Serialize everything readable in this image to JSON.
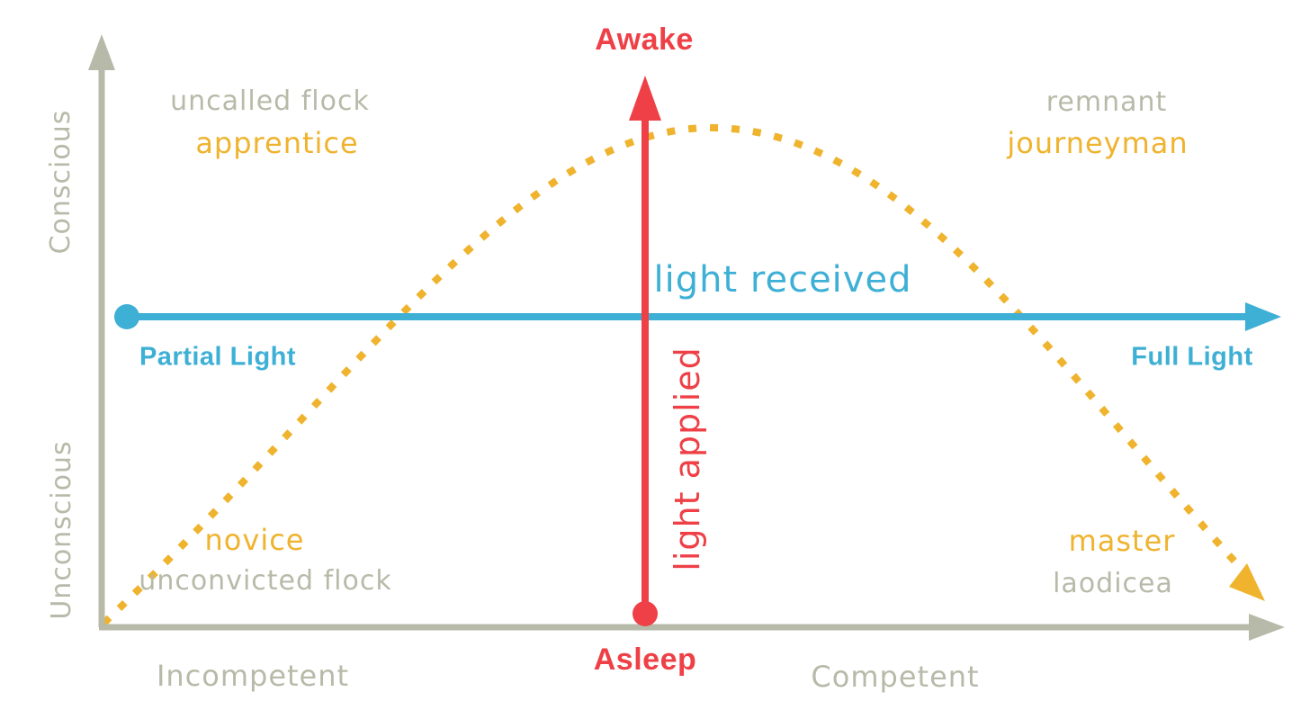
{
  "colors": {
    "background": "#ffffff",
    "red": "#ee4046",
    "blue": "#3eafd5",
    "yellow": "#efb32e",
    "gray": "#b8baa9"
  },
  "y_axis": {
    "top": "Conscious",
    "bottom": "Unconscious"
  },
  "x_axis": {
    "left": "Incompetent",
    "right": "Competent"
  },
  "awareness_axis": {
    "top": "Awake",
    "bottom": "Asleep",
    "label": "light applied"
  },
  "light_axis": {
    "left": "Partial Light",
    "right": "Full Light",
    "label": "light received"
  },
  "quadrants": {
    "top_left": {
      "line1": "uncalled flock",
      "line2": "apprentice"
    },
    "top_right": {
      "line1": "remnant",
      "line2": "journeyman"
    },
    "bottom_left": {
      "line1": "novice",
      "line2": "unconvicted flock"
    },
    "bottom_right": {
      "line1": "master",
      "line2": "laodicea"
    }
  },
  "curve": {
    "description": "yellow dotted bell curve from origin up to a peak above center, descending to lower right with an arrowhead"
  }
}
